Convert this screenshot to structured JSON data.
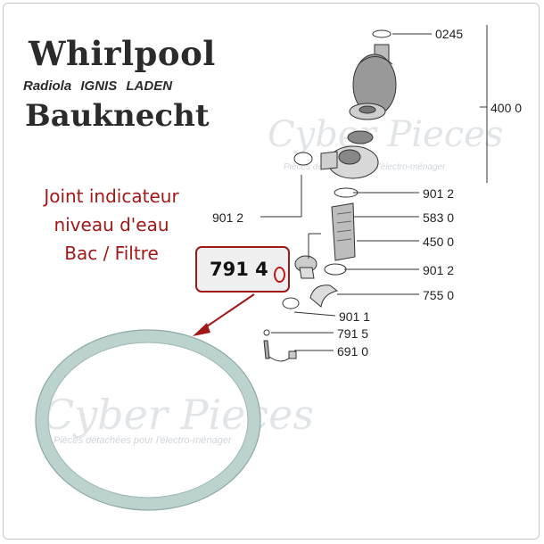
{
  "brands": {
    "whirlpool": "Whirlpool",
    "sub_brands": [
      "Radiola",
      "IGNIS",
      "LADEN"
    ],
    "bauknecht": "Bauknecht"
  },
  "product": {
    "title_lines": [
      "Joint indicateur",
      "niveau d'eau",
      "Bac / Filtre"
    ],
    "reference": "791 4"
  },
  "diagram": {
    "part_numbers": {
      "p0245": "0245",
      "p4000": "400 0",
      "p9012_a": "901 2",
      "p9012_b": "901 2",
      "p5830": "583 0",
      "p4500": "450 0",
      "p9012_c": "901 2",
      "p7550": "755 0",
      "p9011": "901 1",
      "p7915": "791 5",
      "p6910": "691 0"
    }
  },
  "watermark": {
    "logo": "Cyber Pieces",
    "tagline": "Pièces détachées pour l'électro-ménager"
  },
  "colors": {
    "title_red": "#a01818",
    "gasket": "#bcd2cf",
    "text_dark": "#222222"
  }
}
